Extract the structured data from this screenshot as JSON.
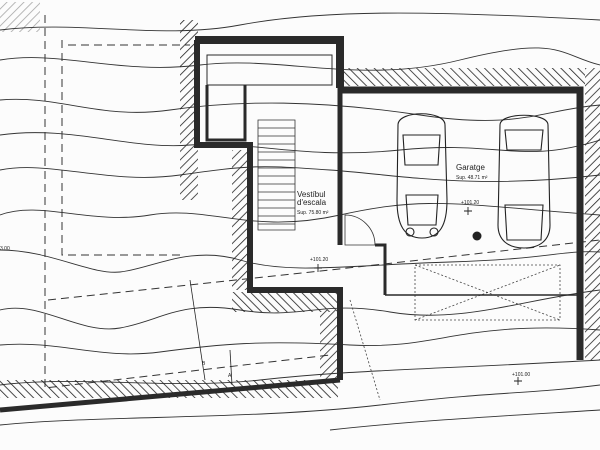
{
  "plan": {
    "rooms": [
      {
        "name": "Vestíbul d'escala",
        "area": "Sup. 75.80 m²"
      },
      {
        "name": "Garatge",
        "area": "Sup. 48.71 m²"
      }
    ],
    "levels": [
      "+101.20",
      "+101.20",
      "+101.00"
    ],
    "edge_level": "3.00",
    "section_marks": [
      "B",
      "A"
    ],
    "colors": {
      "wall": "#2a2a2a",
      "line": "#333333",
      "paper": "#fcfcfc"
    }
  }
}
